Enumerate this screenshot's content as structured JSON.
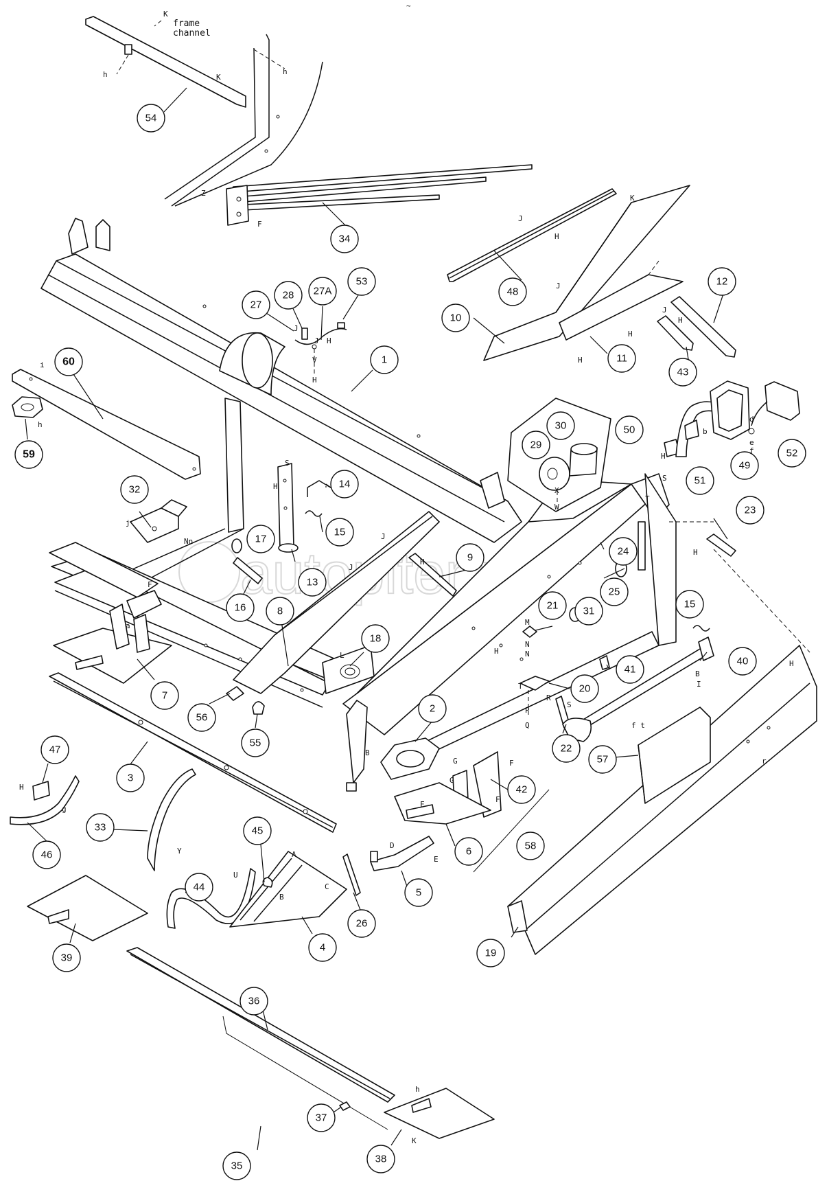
{
  "frame_note": [
    "frame",
    "channel"
  ],
  "watermark": "autopiter.ru",
  "corner_mark": "~",
  "callouts": [
    {
      "id": "c54",
      "label": "54"
    },
    {
      "id": "c34",
      "label": "34"
    },
    {
      "id": "c48",
      "label": "48"
    },
    {
      "id": "c10",
      "label": "10"
    },
    {
      "id": "c11",
      "label": "11"
    },
    {
      "id": "c12",
      "label": "12"
    },
    {
      "id": "c43",
      "label": "43"
    },
    {
      "id": "c27",
      "label": "27"
    },
    {
      "id": "c28",
      "label": "28"
    },
    {
      "id": "c27a",
      "label": "27A"
    },
    {
      "id": "c53",
      "label": "53"
    },
    {
      "id": "c1",
      "label": "1"
    },
    {
      "id": "c60",
      "label": "60"
    },
    {
      "id": "c59",
      "label": "59"
    },
    {
      "id": "c32",
      "label": "32"
    },
    {
      "id": "c14",
      "label": "14"
    },
    {
      "id": "c15a",
      "label": "15"
    },
    {
      "id": "c17",
      "label": "17"
    },
    {
      "id": "c13",
      "label": "13"
    },
    {
      "id": "c16",
      "label": "16"
    },
    {
      "id": "c8",
      "label": "8"
    },
    {
      "id": "c9",
      "label": "9"
    },
    {
      "id": "c29",
      "label": "29"
    },
    {
      "id": "c30",
      "label": "30"
    },
    {
      "id": "c50",
      "label": "50"
    },
    {
      "id": "c51",
      "label": "51"
    },
    {
      "id": "c49",
      "label": "49"
    },
    {
      "id": "c52",
      "label": "52"
    },
    {
      "id": "c23",
      "label": "23"
    },
    {
      "id": "c24",
      "label": "24"
    },
    {
      "id": "c25",
      "label": "25"
    },
    {
      "id": "c31",
      "label": "31"
    },
    {
      "id": "c21",
      "label": "21"
    },
    {
      "id": "c15b",
      "label": "15"
    },
    {
      "id": "c40",
      "label": "40"
    },
    {
      "id": "c41",
      "label": "41"
    },
    {
      "id": "c20",
      "label": "20"
    },
    {
      "id": "c7",
      "label": "7"
    },
    {
      "id": "c18",
      "label": "18"
    },
    {
      "id": "c56",
      "label": "56"
    },
    {
      "id": "c55",
      "label": "55"
    },
    {
      "id": "c2",
      "label": "2"
    },
    {
      "id": "c22",
      "label": "22"
    },
    {
      "id": "c57",
      "label": "57"
    },
    {
      "id": "c42",
      "label": "42"
    },
    {
      "id": "c3",
      "label": "3"
    },
    {
      "id": "c47",
      "label": "47"
    },
    {
      "id": "c46",
      "label": "46"
    },
    {
      "id": "c33",
      "label": "33"
    },
    {
      "id": "c45",
      "label": "45"
    },
    {
      "id": "c44",
      "label": "44"
    },
    {
      "id": "c4",
      "label": "4"
    },
    {
      "id": "c26",
      "label": "26"
    },
    {
      "id": "c5",
      "label": "5"
    },
    {
      "id": "c6",
      "label": "6"
    },
    {
      "id": "c58",
      "label": "58"
    },
    {
      "id": "c19",
      "label": "19"
    },
    {
      "id": "c39",
      "label": "39"
    },
    {
      "id": "c36",
      "label": "36"
    },
    {
      "id": "c37",
      "label": "37"
    },
    {
      "id": "c35",
      "label": "35"
    },
    {
      "id": "c38",
      "label": "38"
    }
  ],
  "marks": [
    {
      "id": "m1",
      "text": "K"
    },
    {
      "id": "m2",
      "text": "h"
    },
    {
      "id": "m3",
      "text": "K"
    },
    {
      "id": "m4",
      "text": "h"
    },
    {
      "id": "m5",
      "text": "Z"
    },
    {
      "id": "m6",
      "text": "F"
    },
    {
      "id": "m7",
      "text": "J"
    },
    {
      "id": "m8",
      "text": "H"
    },
    {
      "id": "m9",
      "text": "K"
    },
    {
      "id": "m10",
      "text": "J"
    },
    {
      "id": "m11",
      "text": "J"
    },
    {
      "id": "m12",
      "text": "H"
    },
    {
      "id": "m13",
      "text": "H"
    },
    {
      "id": "m14",
      "text": "H"
    },
    {
      "id": "m15",
      "text": "J"
    },
    {
      "id": "m16",
      "text": "J"
    },
    {
      "id": "m17",
      "text": "H"
    },
    {
      "id": "m18",
      "text": "V"
    },
    {
      "id": "m19",
      "text": "H"
    },
    {
      "id": "m20",
      "text": "i"
    },
    {
      "id": "m21",
      "text": "h"
    },
    {
      "id": "m22",
      "text": "j"
    },
    {
      "id": "m23",
      "text": "Nn"
    },
    {
      "id": "m24",
      "text": "F"
    },
    {
      "id": "m25",
      "text": "S"
    },
    {
      "id": "m26",
      "text": "H"
    },
    {
      "id": "m27",
      "text": "J"
    },
    {
      "id": "m28",
      "text": "J"
    },
    {
      "id": "m29",
      "text": "H"
    },
    {
      "id": "m30",
      "text": "X"
    },
    {
      "id": "m31",
      "text": "W"
    },
    {
      "id": "m32",
      "text": "S"
    },
    {
      "id": "m33",
      "text": "T"
    },
    {
      "id": "m34",
      "text": "H"
    },
    {
      "id": "m35",
      "text": "b"
    },
    {
      "id": "m36",
      "text": "d"
    },
    {
      "id": "m37",
      "text": "e"
    },
    {
      "id": "m38",
      "text": "f"
    },
    {
      "id": "m39",
      "text": "H"
    },
    {
      "id": "m40",
      "text": "M"
    },
    {
      "id": "m41",
      "text": "N"
    },
    {
      "id": "m42",
      "text": "N"
    },
    {
      "id": "m43",
      "text": "H"
    },
    {
      "id": "m44",
      "text": "a"
    },
    {
      "id": "m45",
      "text": "L"
    },
    {
      "id": "m46",
      "text": "T"
    },
    {
      "id": "m47",
      "text": "P"
    },
    {
      "id": "m48",
      "text": "Q"
    },
    {
      "id": "m49",
      "text": "R"
    },
    {
      "id": "m50",
      "text": "S"
    },
    {
      "id": "m51",
      "text": "B"
    },
    {
      "id": "m52",
      "text": "I"
    },
    {
      "id": "m53",
      "text": "H"
    },
    {
      "id": "m54",
      "text": "f t"
    },
    {
      "id": "m55",
      "text": "r"
    },
    {
      "id": "m56",
      "text": "B"
    },
    {
      "id": "m57",
      "text": "G"
    },
    {
      "id": "m58",
      "text": "G"
    },
    {
      "id": "m59",
      "text": "F"
    },
    {
      "id": "m60",
      "text": "F"
    },
    {
      "id": "m61",
      "text": "F"
    },
    {
      "id": "m62",
      "text": "H"
    },
    {
      "id": "m63",
      "text": "g"
    },
    {
      "id": "m64",
      "text": "Y"
    },
    {
      "id": "m65",
      "text": "U"
    },
    {
      "id": "m66",
      "text": "A"
    },
    {
      "id": "m67",
      "text": "B"
    },
    {
      "id": "m68",
      "text": "C"
    },
    {
      "id": "m69",
      "text": "D"
    },
    {
      "id": "m70",
      "text": "E"
    },
    {
      "id": "m71",
      "text": "h"
    },
    {
      "id": "m72",
      "text": "K"
    }
  ]
}
